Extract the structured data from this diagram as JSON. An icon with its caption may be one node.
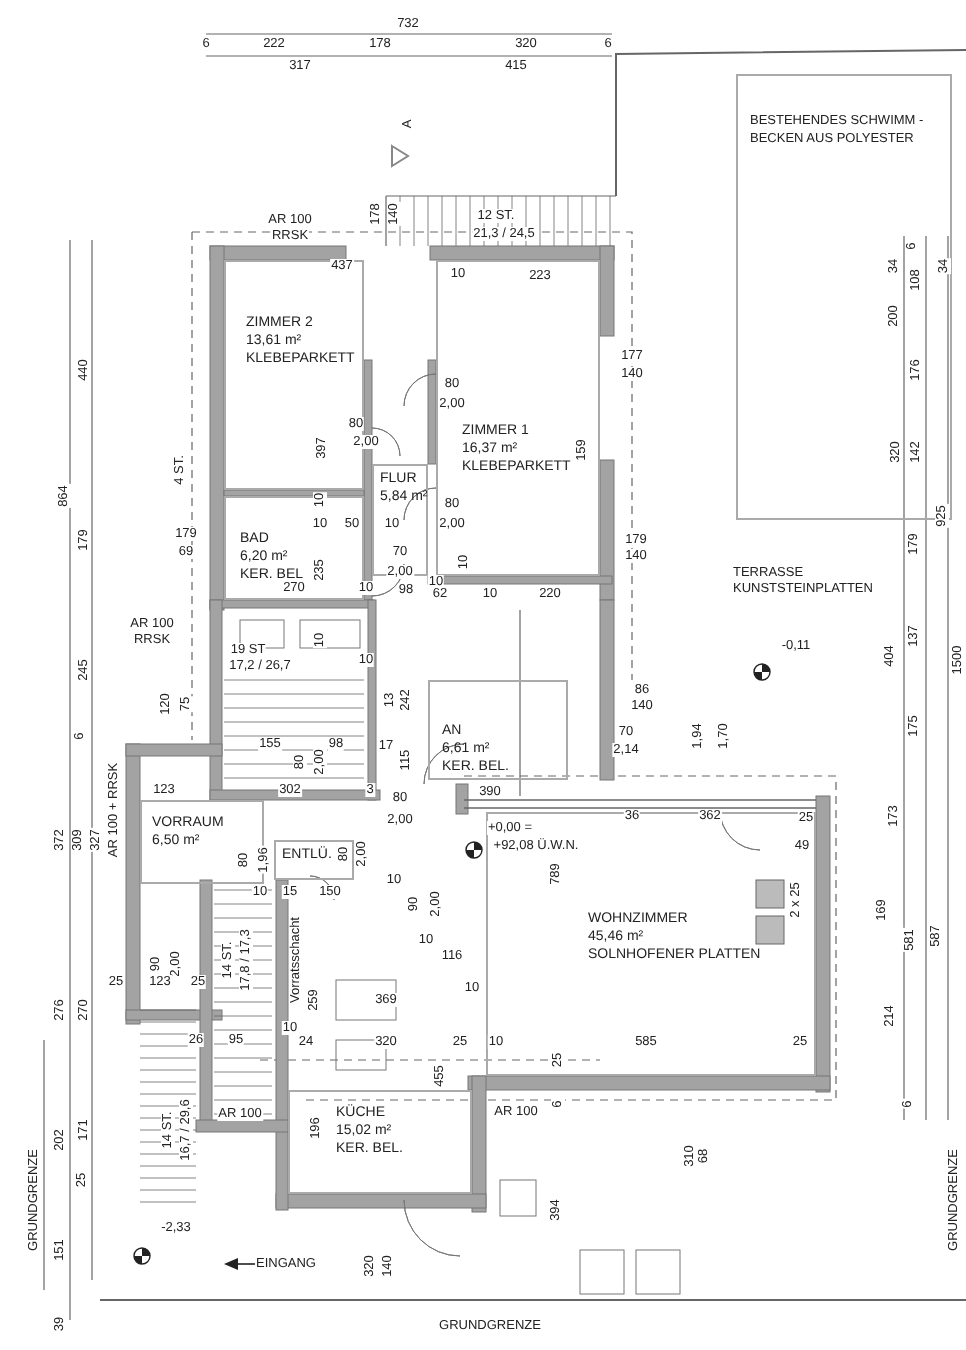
{
  "diagram": {
    "nodes": [
      {
        "text": [
          "BESTEHENDES SCHWIMM - BECKEN AUS POLYESTER"
        ]
      },
      {
        "text": [
          "ZIMMER 2",
          "13,61 m²",
          "KLEBEPARKETT"
        ]
      },
      {
        "text": [
          "ZIMMER 1",
          "16,37 m²",
          "KLEBEPARKETT"
        ]
      },
      {
        "text": [
          "FLUR",
          "5,84 m²"
        ]
      },
      {
        "text": [
          "BAD",
          "6,20 m²",
          "KER. BEL"
        ]
      },
      {
        "text": [
          "AN",
          "6,61 m²",
          "KER. BEL."
        ]
      },
      {
        "text": [
          "VORRAUM",
          "6,50 m²"
        ]
      },
      {
        "text": [
          "ENTLÜ."
        ]
      },
      {
        "text": [
          "WOHNZIMMER",
          "45,46 m²",
          "SOLNHOFENER PLATTEN"
        ]
      },
      {
        "text": [
          "KÜCHE",
          "15,02 m²",
          "KER. BEL."
        ]
      }
    ],
    "labels": [
      "732",
      "6",
      "222",
      "178",
      "320",
      "6",
      "317",
      "415",
      "A",
      "AR 100",
      "RRSK",
      "178",
      "140",
      "12 ST.",
      "21,3 / 24,5",
      "6",
      "437",
      "34",
      "34",
      "10",
      "223",
      "108",
      "200",
      "177",
      "140",
      "440",
      "176",
      "80",
      "2,00",
      "80",
      "2,00",
      "397",
      "159",
      "320",
      "142",
      "4 ST.",
      "864",
      "10",
      "80",
      "925",
      "10",
      "50",
      "10",
      "2,00",
      "179",
      "179",
      "179",
      "179",
      "69",
      "70",
      "140",
      "10",
      "235",
      "2,00",
      "TERRASSE KUNSTSTEINPLATTEN",
      "10",
      "270",
      "10",
      "98",
      "62",
      "10",
      "220",
      "AR 100",
      "RRSK",
      "10",
      "137",
      "19 ST",
      "-0,11",
      "404",
      "1500",
      "10",
      "17,2 / 26,7",
      "245",
      "120",
      "75",
      "13",
      "242",
      "86",
      "140",
      "175",
      "70",
      "6",
      "1,94",
      "1,70",
      "155",
      "98",
      "17",
      "2,14",
      "115",
      "80",
      "2,00",
      "123",
      "302",
      "3",
      "390",
      "80",
      "AR 100 + RRSK",
      "36",
      "362",
      "25",
      "173",
      "2,00",
      "+0,00 =",
      "372",
      "309",
      "327",
      "+92,08 Ü.W.N.",
      "49",
      "80",
      "2,00",
      "80",
      "1,96",
      "789",
      "10",
      "15",
      "150",
      "10",
      "2 x 25",
      "90",
      "2,00",
      "169",
      "581",
      "587",
      "10",
      "116",
      "90",
      "2,00",
      "14 ST.",
      "17,8 / 17,3",
      "Vorratsschacht",
      "25",
      "123",
      "25",
      "10",
      "259",
      "369",
      "276",
      "270",
      "214",
      "10",
      "26",
      "95",
      "24",
      "320",
      "25",
      "10",
      "585",
      "25",
      "25",
      "455",
      "6",
      "6",
      "AR 100",
      "AR 100",
      "196",
      "14 ST.",
      "16,7 / 29,6",
      "171",
      "202",
      "310",
      "68",
      "25",
      "GRUNDGRENZE",
      "GRUNDGRENZE",
      "394",
      "-2,33",
      "151",
      "EINGANG",
      "320",
      "140",
      "39",
      "GRUNDGRENZE"
    ]
  }
}
